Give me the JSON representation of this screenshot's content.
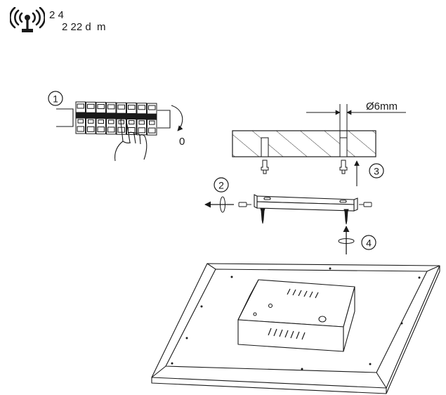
{
  "header": {
    "icon": "wireless-antenna-icon",
    "line1": "2 4",
    "line2": "2 22 d  m"
  },
  "steps": {
    "s1": "1",
    "s2": "2",
    "s3": "3",
    "s4": "4"
  },
  "labels": {
    "breaker_position": "0",
    "hole_diameter": "Ø6mm"
  },
  "colors": {
    "line": "#1a1a1a",
    "hatch": "#333333",
    "background": "#ffffff"
  }
}
